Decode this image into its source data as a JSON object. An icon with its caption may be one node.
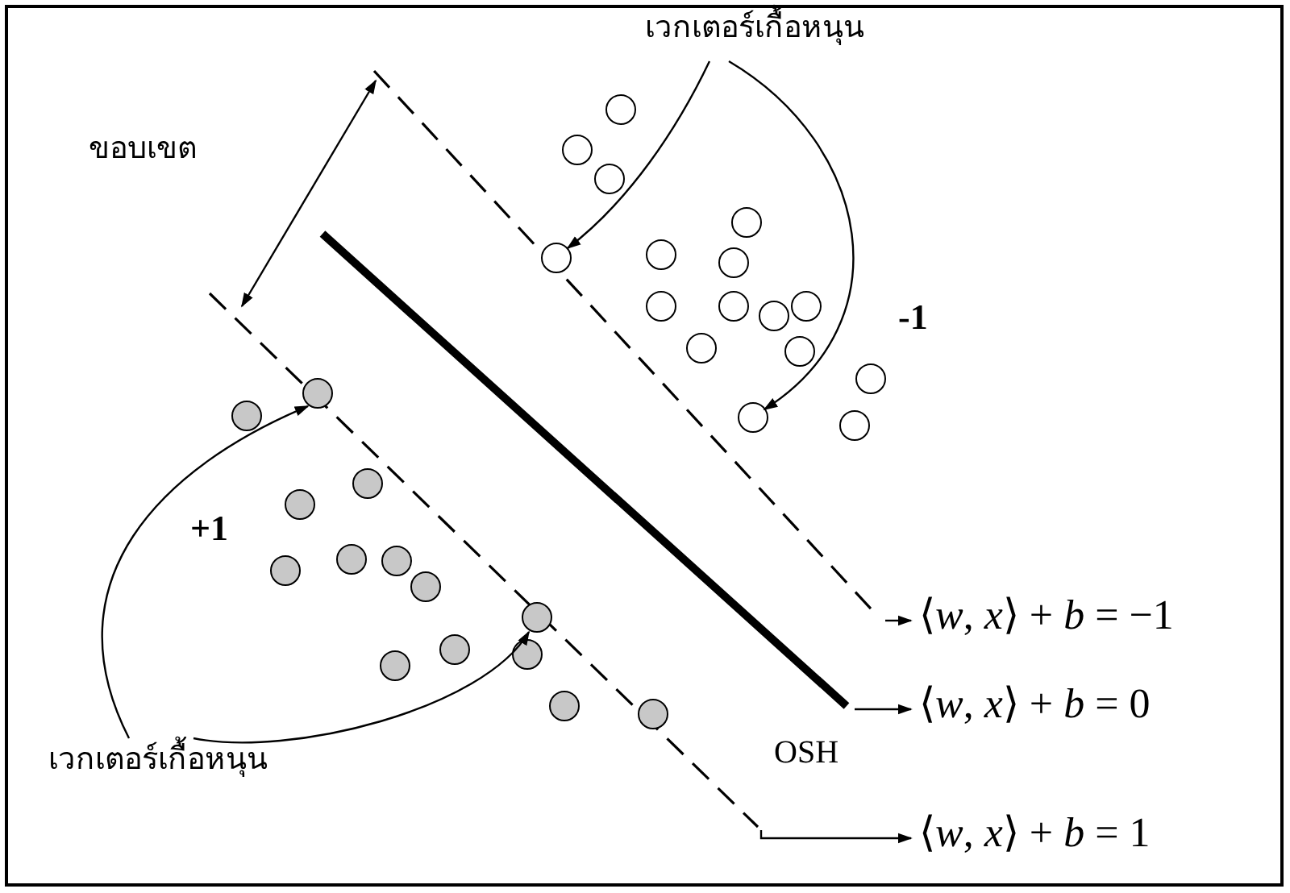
{
  "diagram": {
    "nodes": [
      {
        "text": [
          "เวกเตอร์เกื้อหนุน"
        ]
      },
      {
        "text": [],
        "shape": "circle"
      },
      {
        "text": [],
        "shape": "circle"
      },
      {
        "text": [
          "เวกเตอร์เกื้อหนุน"
        ]
      },
      {
        "text": [],
        "shape": "circle"
      },
      {
        "text": [],
        "shape": "circle"
      },
      {
        "text": [
          "⟨*w*, *x*⟩ + *b* = −1"
        ]
      },
      {
        "text": [
          "⟨*w*, *x*⟩ + *b* = 0"
        ]
      },
      {
        "text": [
          "⟨*w*, *x*⟩ + *b* = 1"
        ]
      },
      {
        "text": [],
        "shape": "circle"
      },
      {
        "text": [],
        "shape": "circle"
      },
      {
        "text": [],
        "shape": "circle"
      },
      {
        "text": [],
        "shape": "circle"
      },
      {
        "text": [],
        "shape": "circle"
      },
      {
        "text": [],
        "shape": "circle"
      },
      {
        "text": [],
        "shape": "circle"
      },
      {
        "text": [],
        "shape": "circle"
      },
      {
        "text": [],
        "shape": "circle"
      },
      {
        "text": [],
        "shape": "circle"
      },
      {
        "text": [],
        "shape": "circle"
      },
      {
        "text": [],
        "shape": "circle"
      },
      {
        "text": [],
        "shape": "circle"
      },
      {
        "text": [],
        "shape": "circle"
      },
      {
        "text": [],
        "shape": "circle"
      },
      {
        "text": [],
        "shape": "circle"
      },
      {
        "text": [],
        "shape": "circle"
      },
      {
        "text": [],
        "shape": "circle"
      },
      {
        "text": [],
        "shape": "circle"
      },
      {
        "text": [],
        "shape": "circle"
      },
      {
        "text": [],
        "shape": "circle"
      },
      {
        "text": [],
        "shape": "circle"
      },
      {
        "text": [],
        "shape": "circle"
      },
      {
        "text": [],
        "shape": "circle"
      },
      {
        "text": [],
        "shape": "circle"
      },
      {
        "text": [],
        "shape": "circle"
      }
    ],
    "edges": [
      {
        "from": 0,
        "to": 1,
        "arrow": "to"
      },
      {
        "from": 0,
        "to": 2,
        "arrow": "to"
      },
      {
        "from": 3,
        "to": 4,
        "arrow": "to"
      },
      {
        "from": 3,
        "to": 5,
        "arrow": "to"
      },
      {
        "from": null,
        "to": 6,
        "arrow": "to"
      },
      {
        "from": null,
        "to": 7,
        "arrow": "to"
      },
      {
        "from": null,
        "to": 8,
        "arrow": "to"
      }
    ],
    "labels": [
      "ขอบเขต",
      "-1",
      "+1",
      "OSH"
    ]
  }
}
